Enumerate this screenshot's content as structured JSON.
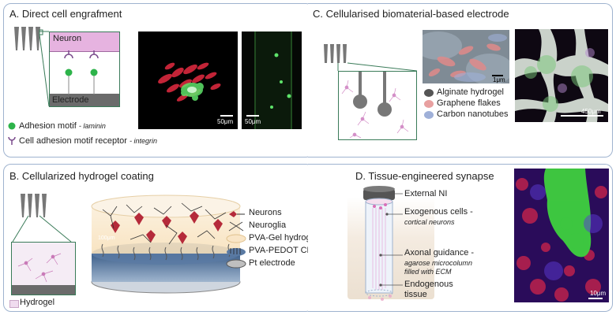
{
  "panels": {
    "a": {
      "title": "A. Direct cell engrafment",
      "neuron_label": "Neuron",
      "electrode_label": "Electrode",
      "scale_left": "50μm",
      "scale_right": "50μm",
      "legend": [
        {
          "text": "Adhesion motif",
          "sub": "- laminin",
          "icon": "green-dot-icon"
        },
        {
          "text": "Cell adhesion motif receptor",
          "sub": "- integrin",
          "icon": "receptor-y-icon"
        }
      ]
    },
    "b": {
      "title": "B. Cellularized hydrogel coating",
      "hydrogel_label": "Hydrogel",
      "scale": "100μm",
      "legend": [
        "Neurons",
        "Neuroglia",
        "PVA-Gel hydrogel",
        "PVA-PEDOT CH",
        "Pt electrode"
      ]
    },
    "c": {
      "title": "C. Cellularised biomaterial-based electrode",
      "scale_sem": "1μm",
      "scale_conf": "450μm",
      "legend": [
        {
          "text": "Alginate hydrogel",
          "color": "#555555"
        },
        {
          "text": "Graphene flakes",
          "color": "#e8a0a0"
        },
        {
          "text": "Carbon nanotubes",
          "color": "#9fb0d8"
        }
      ]
    },
    "d": {
      "title": "D. Tissue-engineered synapse",
      "label_ni": "External NI",
      "label_exo": "Exogenous cells -",
      "label_exo_sub": "cortical neurons",
      "label_axon": "Axonal guidance -",
      "label_axon_sub1": "agarose microcolumn",
      "label_axon_sub2": "filled with ECM",
      "label_endo1": "Endogenous",
      "label_endo2": "tissue",
      "scale": "10μm"
    }
  },
  "colors": {
    "panel_border": "#9fb3cf",
    "neuron_pink": "#e6b3e0",
    "electrode_grey": "#6b6b6b",
    "adhesion_green": "#2db34a",
    "receptor_purple": "#7a4b8c"
  }
}
